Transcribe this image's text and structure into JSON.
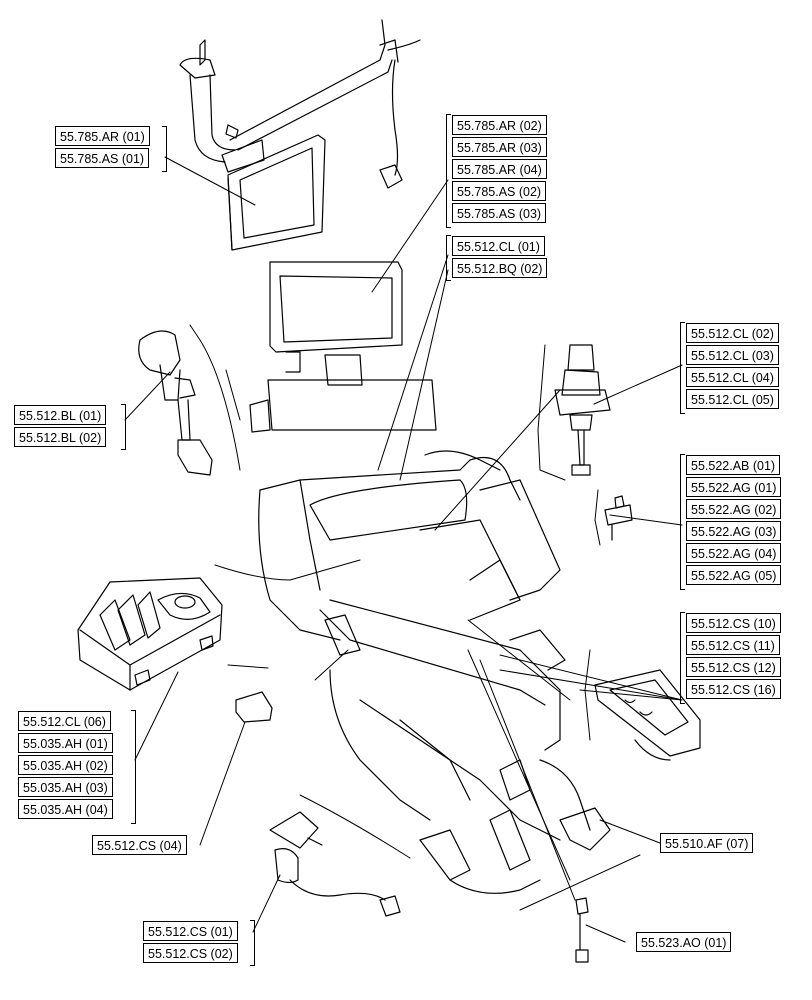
{
  "callouts": {
    "monitor_bracket": [
      "55.785.AR (01)",
      "55.785.AS (01)"
    ],
    "monitor": [
      "55.785.AR (02)",
      "55.785.AR (03)",
      "55.785.AR (04)",
      "55.785.AS (02)",
      "55.785.AS (03)"
    ],
    "armrest_top": [
      "55.512.CL (01)",
      "55.512.BQ (02)"
    ],
    "joystick_right": [
      "55.512.CL (02)",
      "55.512.CL (03)",
      "55.512.CL (04)",
      "55.512.CL (05)"
    ],
    "switch_right": [
      "55.522.AB (01)",
      "55.522.AG (01)",
      "55.522.AG (02)",
      "55.522.AG (03)",
      "55.522.AG (04)",
      "55.522.AG (05)"
    ],
    "switch_panel": [
      "55.512.CS (10)",
      "55.512.CS (11)",
      "55.512.CS (12)",
      "55.512.CS (16)"
    ],
    "grip_left": [
      "55.512.BL (01)",
      "55.512.BL (02)"
    ],
    "control_block": [
      "55.512.CL (06)",
      "55.035.AH (01)",
      "55.035.AH (02)",
      "55.035.AH (03)",
      "55.035.AH (04)"
    ],
    "cap": [
      "55.512.CS (04)"
    ],
    "connector": [
      "55.510.AF (07)"
    ],
    "switch_bottom": [
      "55.512.CS (01)",
      "55.512.CS (02)"
    ],
    "sensor": [
      "55.523.AO (01)"
    ]
  }
}
